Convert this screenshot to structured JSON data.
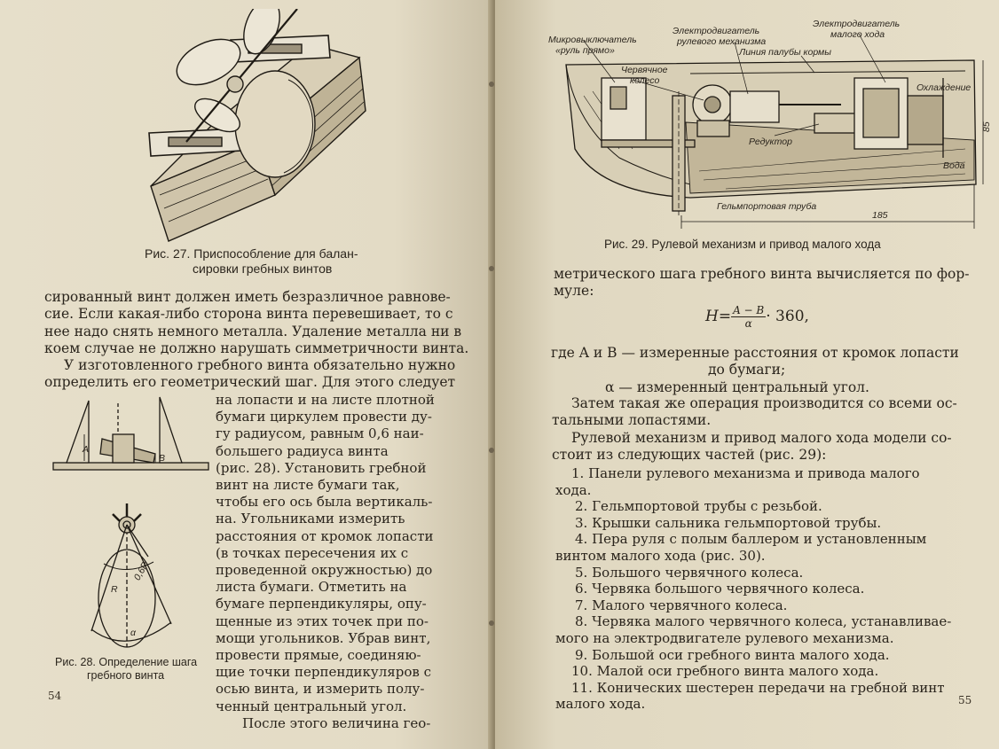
{
  "left_page": {
    "fig27_caption": [
      "Рис. 27. Приспособление для балан-",
      "сировки гребных винтов"
    ],
    "fig28_caption": [
      "Рис. 28. Определение шага",
      "гребного винта"
    ],
    "fig28_labels": {
      "a": "A",
      "b": "B",
      "r": "R",
      "d": "0,6R",
      "alpha": "α"
    },
    "text_top": [
      "сированный винт должен иметь безразличное равнове-",
      "сие. Если какая-либо сторона винта перевешивает, то с",
      "нее надо снять немного металла. Удаление металла ни в",
      "коем случае не должно нарушать симметричности винта.",
      "У изготовленного гребного винта обязательно нужно",
      "определить его геометрический шаг. Для этого следует"
    ],
    "text_column": [
      "на лопасти и на листе плотной",
      "бумаги циркулем провести ду-",
      "гу радиусом, равным 0,6 наи-",
      "большего радиуса винта",
      "(рис. 28). Установить гребной",
      "винт на листе бумаги так,",
      "чтобы его ось была вертикаль-",
      "на. Угольниками измерить",
      "расстояния от кромок лопасти",
      "(в точках пересечения их с",
      "проведенной окружностью) до",
      "листа бумаги. Отметить на",
      "бумаге перпендикуляры, опу-",
      "щенные из этих точек при по-",
      "мощи угольников. Убрав винт,",
      "провести прямые, соединяю-",
      "щие точки перпендикуляров с",
      "осью винта, и измерить полу-",
      "ченный центральный угол.",
      "После этого величина гео-"
    ],
    "page_number": "54"
  },
  "right_page": {
    "fig29_labels": {
      "microswitch": [
        "Микровыключатель",
        "«руль прямо»"
      ],
      "worm_wheel": [
        "Червячное",
        "колесо"
      ],
      "motor_rudder": [
        "Электродвигатель",
        "рулевого механизма"
      ],
      "deck_line": "Линия палубы кормы",
      "motor_slow": [
        "Электродвигатель",
        "малого хода"
      ],
      "cooling": "Охлаждение",
      "reducer": "Редуктор",
      "water": "Вода",
      "tube": "Гельмпортовая труба",
      "dim_185": "185",
      "dim_85": "85"
    },
    "fig29_caption": "Рис. 29. Рулевой механизм и привод малого хода",
    "text_intro": [
      "метрического шага гребного винта вычисляется по фор-",
      "муле:"
    ],
    "formula": {
      "lhs": "H",
      "eq": "=",
      "num": "A − B",
      "den": "α",
      "rhs": "· 360,"
    },
    "where": [
      "где  A  и  B — измеренные расстояния от кромок лопасти",
      "до бумаги;",
      "α — измеренный центральный угол."
    ],
    "paragraphs": [
      "Затем такая же операция производится со всеми ос-",
      "тальными лопастями.",
      "Рулевой механизм и привод малого хода модели со-",
      "стоит из следующих частей (рис. 29):"
    ],
    "list": [
      "1. Панели рулевого механизма и привода малого",
      "хода.",
      "2. Гельмпортовой трубы с резьбой.",
      "3. Крышки сальника гельмпортовой трубы.",
      "4. Пера руля с полым баллером и установленным",
      "винтом малого хода (рис. 30).",
      "5. Большого червячного колеса.",
      "6. Червяка большого червячного колеса.",
      "7. Малого червячного колеса.",
      "8. Червяка малого червячного колеса, устанавливае-",
      "мого на электродвигателе рулевого механизма.",
      "9. Большой оси гребного винта малого хода.",
      "10. Малой оси гребного винта малого хода.",
      "11. Конических шестерен передачи на гребной винт",
      "малого хода."
    ],
    "page_number": "55"
  }
}
